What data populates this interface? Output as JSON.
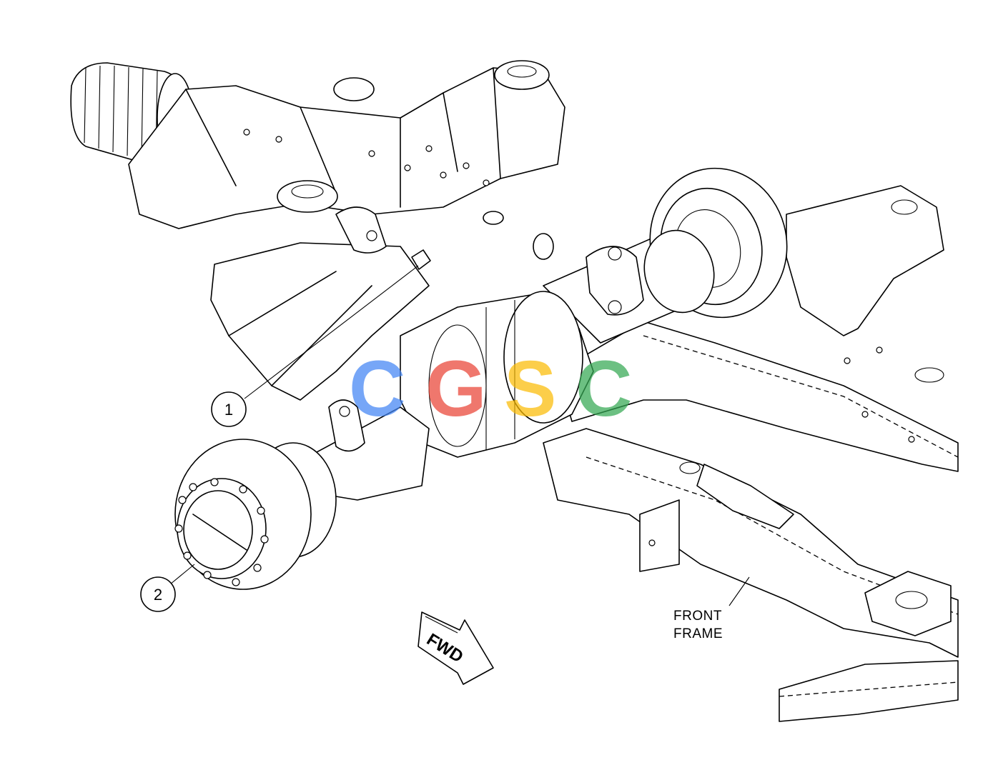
{
  "callouts": [
    {
      "number": "1"
    },
    {
      "number": "2"
    }
  ],
  "labels": {
    "front_frame_line1": "FRONT",
    "front_frame_line2": "FRAME",
    "direction_arrow": "FWD"
  },
  "watermark": {
    "letters": [
      "C",
      "G",
      "S",
      "C"
    ],
    "colors": [
      "#4285F4",
      "#EA4335",
      "#FBBC05",
      "#34A853"
    ]
  }
}
